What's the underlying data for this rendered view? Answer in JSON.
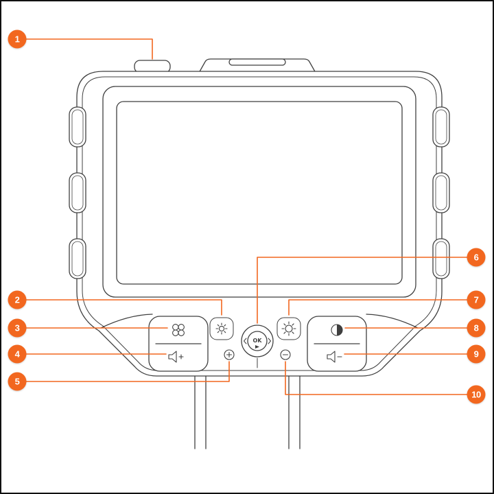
{
  "diagram": {
    "type": "product-callout-diagram",
    "accent_color": "#F2671F",
    "outline_color": "#3F3F3F",
    "device": {
      "ok_button_label": "OK"
    },
    "callouts": [
      {
        "number": "1",
        "target": "top-key"
      },
      {
        "number": "2",
        "target": "brightness-down-key"
      },
      {
        "number": "3",
        "target": "freeze-key"
      },
      {
        "number": "4",
        "target": "volume-up-key"
      },
      {
        "number": "5",
        "target": "zoom-in-key"
      },
      {
        "number": "6",
        "target": "ok-key"
      },
      {
        "number": "7",
        "target": "brightness-up-key"
      },
      {
        "number": "8",
        "target": "contrast-key"
      },
      {
        "number": "9",
        "target": "volume-down-key"
      },
      {
        "number": "10",
        "target": "zoom-out-key"
      }
    ]
  }
}
